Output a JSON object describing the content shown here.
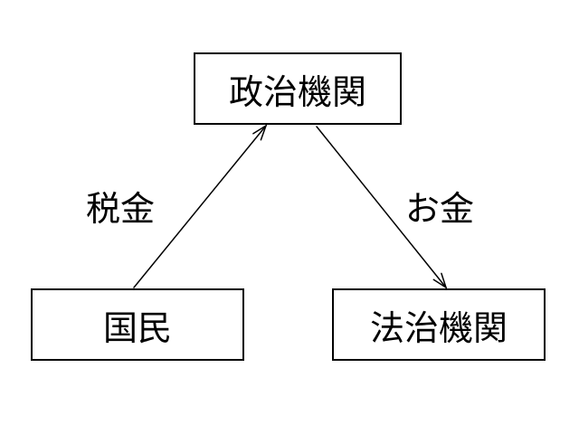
{
  "nodes": {
    "government": "政治機関",
    "people": "国民",
    "judicial": "法治機関"
  },
  "edges": {
    "tax": "税金",
    "money": "お金"
  },
  "colors": {
    "line": "#000000",
    "background": "#ffffff"
  }
}
